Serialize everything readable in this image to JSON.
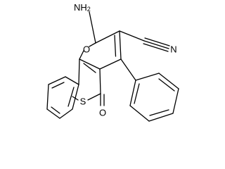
{
  "molecule": {
    "labels": {
      "amino": "NH",
      "amino_subscript": "2",
      "ring_oxygen": "O",
      "nitrile_nitrogen": "N",
      "ring_sulfur": "S",
      "carbonyl_oxygen": "O"
    }
  },
  "colors": {
    "bond": "#000000",
    "label": "#000000",
    "background": "#ffffff"
  }
}
